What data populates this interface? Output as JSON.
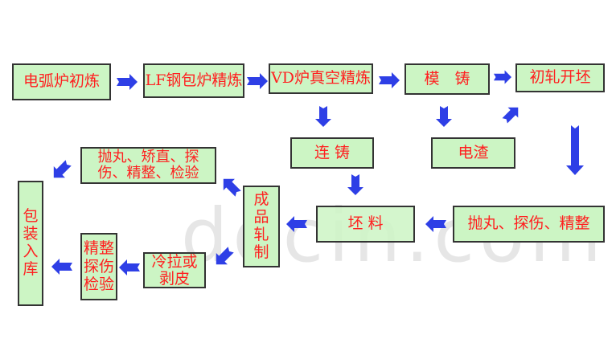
{
  "diagram": {
    "type": "process-flowchart",
    "colors": {
      "box_fill": "#ccf5c4",
      "box_border": "#333333",
      "text": "#ff2020",
      "arrow": "#2e3fe6"
    },
    "watermark": "docin.com",
    "nodes": {
      "eaf": "电弧炉初炼",
      "lf": "LF钢包炉精炼",
      "vd": "VD炉真空精炼",
      "ingot_casting": "模　铸",
      "blooming": "初轧开坯",
      "continuous_casting": "连 铸",
      "esr": "电渣",
      "finishing_a_line1": "抛丸、矫直、探",
      "finishing_a_line2": "伤、精整、检验",
      "packing": [
        "包",
        "装",
        "入",
        "库"
      ],
      "finish_rolling": [
        "成",
        "品",
        "轧",
        "制"
      ],
      "billet": "坯 料",
      "shot_blast": "抛丸、探伤、精整",
      "inspection": [
        "精整",
        "探伤",
        "检验"
      ],
      "cold_draw": [
        "冷拉或",
        "剥皮"
      ]
    },
    "edges": [
      [
        "电弧炉初炼",
        "LF钢包炉精炼"
      ],
      [
        "LF钢包炉精炼",
        "VD炉真空精炼"
      ],
      [
        "VD炉真空精炼",
        "模铸"
      ],
      [
        "模铸",
        "初轧开坯"
      ],
      [
        "VD炉真空精炼",
        "连铸"
      ],
      [
        "模铸",
        "电渣"
      ],
      [
        "电渣",
        "初轧开坯"
      ],
      [
        "初轧开坯",
        "抛丸、探伤、精整"
      ],
      [
        "连铸",
        "坯料"
      ],
      [
        "抛丸、探伤、精整",
        "坯料"
      ],
      [
        "坯料",
        "成品轧制"
      ],
      [
        "成品轧制",
        "抛丸、矫直、探伤、精整、检验"
      ],
      [
        "成品轧制",
        "冷拉或剥皮"
      ],
      [
        "抛丸、矫直、探伤、精整、检验",
        "包装入库"
      ],
      [
        "冷拉或剥皮",
        "精整探伤检验"
      ],
      [
        "精整探伤检验",
        "包装入库"
      ]
    ]
  }
}
